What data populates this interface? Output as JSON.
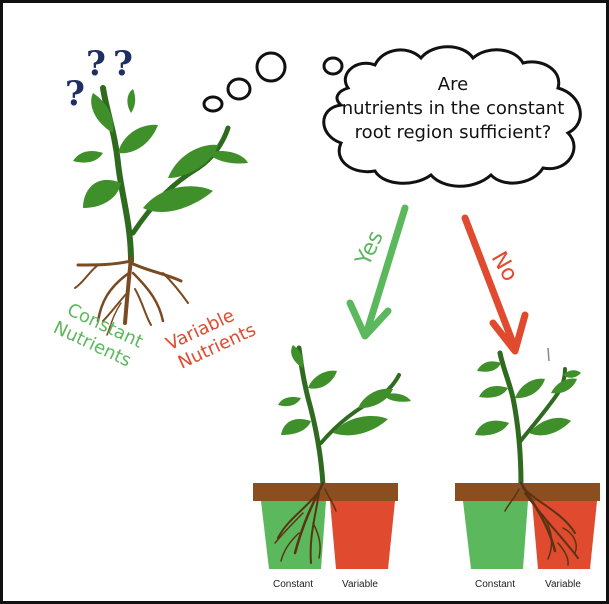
{
  "question": {
    "line1": "Are",
    "line2": "nutrients in the constant",
    "line3": "root region sufficient?"
  },
  "question_marks": [
    "?",
    "?",
    "?"
  ],
  "left_labels": {
    "constant_line1": "Constant",
    "constant_line2": "Nutrients",
    "variable_line1": "Variable",
    "variable_line2": "Nutrients"
  },
  "branches": {
    "yes": "Yes",
    "no": "No"
  },
  "pots": {
    "yes_constant": "Constant",
    "yes_variable": "Variable",
    "no_constant": "Constant",
    "no_variable": "Variable"
  },
  "colors": {
    "green": "#5cb85c",
    "red": "#e04a2f",
    "plant_dark": "#2e6b1f",
    "leaf": "#3f8f2a",
    "root": "#7a4a22",
    "soil": "#8b4f1f",
    "navy": "#1f2e63"
  }
}
